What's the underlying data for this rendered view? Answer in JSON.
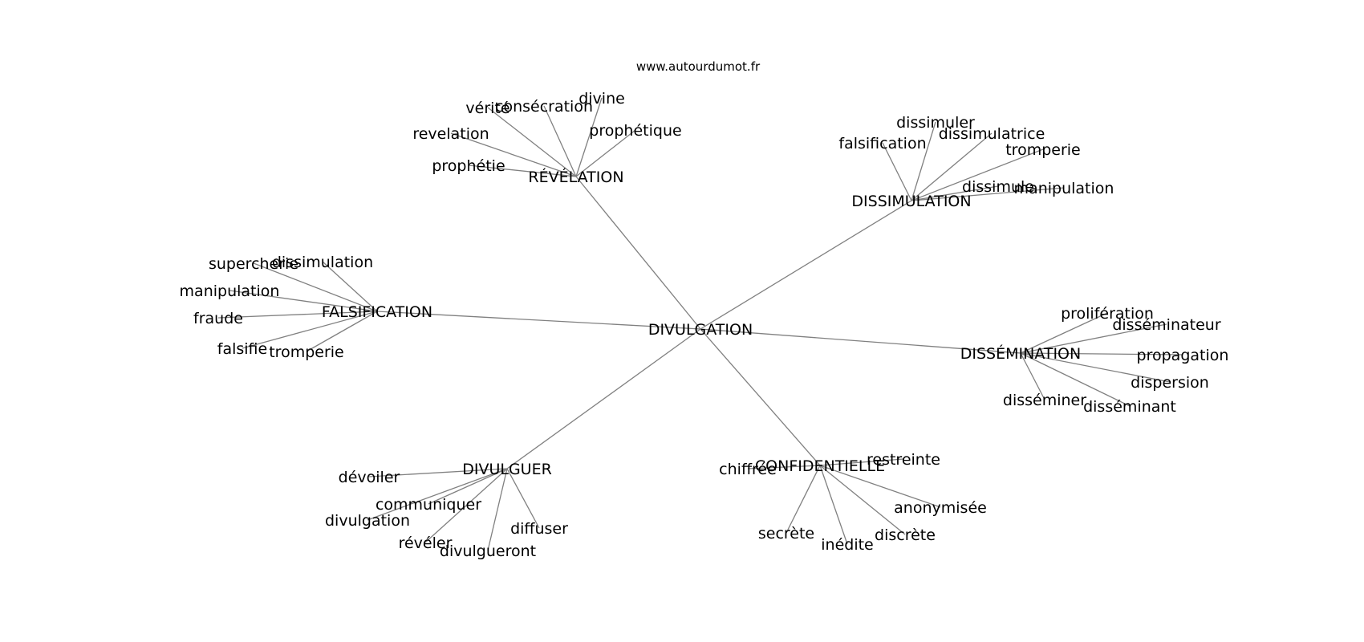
{
  "site": "www.autourdumot.fr",
  "center": "DIVULGATION",
  "branches": [
    {
      "label": "RÉVÉLATION",
      "leaves": [
        "vérité",
        "consécration",
        "divine",
        "revelation",
        "prophétique",
        "prophétie"
      ]
    },
    {
      "label": "DISSIMULATION",
      "leaves": [
        "dissimuler",
        "dissimulatrice",
        "falsification",
        "tromperie",
        "dissimule",
        "manipulation"
      ]
    },
    {
      "label": "FALSIFICATION",
      "leaves": [
        "supercherie",
        "dissimulation",
        "manipulation",
        "fraude",
        "falsifie",
        "tromperie"
      ]
    },
    {
      "label": "DISSÉMINATION",
      "leaves": [
        "prolifération",
        "disséminateur",
        "propagation",
        "dispersion",
        "disséminer",
        "disséminant"
      ]
    },
    {
      "label": "DIVULGUER",
      "leaves": [
        "dévoiler",
        "communiquer",
        "divulgation",
        "diffuser",
        "révéler",
        "divulgueront"
      ]
    },
    {
      "label": "CONFIDENTIELLE",
      "leaves": [
        "chiffrée",
        "restreinte",
        "anonymisée",
        "secrète",
        "inédite",
        "discrète"
      ]
    }
  ]
}
